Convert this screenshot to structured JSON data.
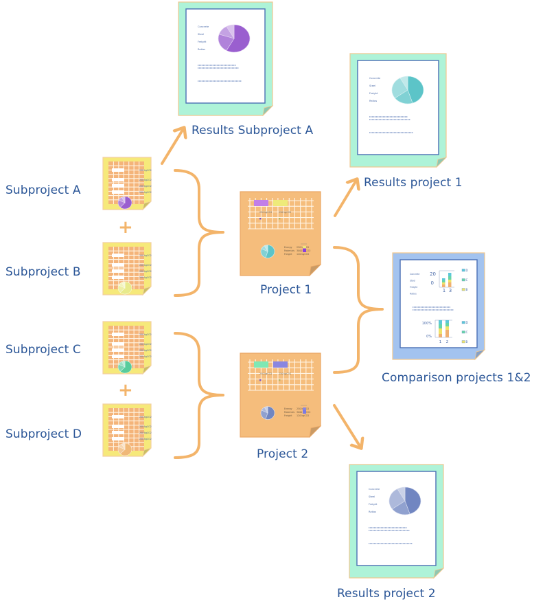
{
  "labels": {
    "subproject_a": "Subproject A",
    "subproject_b": "Subproject B",
    "subproject_c": "Subproject C",
    "subproject_d": "Subproject D",
    "project_1": "Project 1",
    "project_2": "Project 2",
    "results_subproject_a": "Results Subproject A",
    "results_project_1": "Results project 1",
    "results_project_2": "Results project 2",
    "comparison": "Comparison projects 1&2",
    "plus": "+"
  },
  "colors": {
    "label_text": "#2b5697",
    "connector_orange": "#f3b46a",
    "subproject_sheet": "#f6e97a",
    "project_sheet": "#f5bd7c",
    "results_frame": "#aef3d8",
    "comparison_frame": "#a3c3ef",
    "document_border": "#4a6fb4",
    "purple": "#9a5fcf",
    "teal": "#5cc4c8",
    "slate_blue": "#7186c1",
    "yellow_green": "#e8ea8c",
    "green": "#58cc9c",
    "peach": "#f0b878"
  },
  "subproject_sheets": [
    {
      "id": "A",
      "values": [
        "250 kgCO2",
        "250 kgCO2",
        "250 kgCO2",
        "250 kgCO2"
      ],
      "pie_color": "#9a5fcf"
    },
    {
      "id": "B",
      "values": [
        "250 kgCO2",
        "250 kgCO2",
        "250 kgCO2",
        "250 kgCO2"
      ],
      "pie_color": "#e8ea8c"
    },
    {
      "id": "C",
      "values": [
        "250 kgCO2",
        "250 kgCO2",
        "250 kgCO2",
        "250 kgCO2"
      ],
      "pie_color": "#58cc9c"
    },
    {
      "id": "D",
      "values": [
        "250 kgCO2",
        "250 kgCO2",
        "250 kgCO2",
        "250 kgCO2"
      ],
      "pie_color": "#f0b878"
    }
  ],
  "project_sheets": [
    {
      "id": "1",
      "header_values": [
        "250 kgCO2",
        "250 kgCO2"
      ],
      "legend_rows": [
        {
          "label": "Energy",
          "value": "250 kgCO2"
        },
        {
          "label": "Materials",
          "value": "3000 kgCO2"
        },
        {
          "label": "Freight",
          "value": "120 kgCO2"
        }
      ],
      "bar_colors": [
        "#c27ee8",
        "#eeea7a"
      ],
      "pie_color": "#5cc4c8"
    },
    {
      "id": "2",
      "header_values": [
        "250 kgCO2",
        "250 kgCO2"
      ],
      "legend_rows": [
        {
          "label": "Energy",
          "value": "250 kgCO2"
        },
        {
          "label": "Materials",
          "value": "3000 kgCO2"
        },
        {
          "label": "Freight",
          "value": "120 kgCO2"
        }
      ],
      "bar_colors": [
        "#7ee8b4",
        "#8a86e0"
      ],
      "pie_color": "#7186c1"
    }
  ],
  "result_documents": [
    {
      "id": "results-subproject-a",
      "categories": [
        "Concrete",
        "Steel",
        "Freight",
        "Ratios"
      ],
      "pie_color": "#9a5fcf"
    },
    {
      "id": "results-project-1",
      "categories": [
        "Concrete",
        "Steel",
        "Freight",
        "Ratios"
      ],
      "pie_color": "#5cc4c8"
    },
    {
      "id": "results-project-2",
      "categories": [
        "Concrete",
        "Steel",
        "Freight",
        "Ratios"
      ],
      "pie_color": "#7186c1"
    }
  ],
  "comparison_document": {
    "categories": [
      "Concrete",
      "Steel",
      "Freight",
      "Ratios"
    ],
    "chart1": {
      "y_ticks": [
        "20",
        "0"
      ],
      "x_ticks": [
        "1",
        "3"
      ]
    },
    "chart2": {
      "y_ticks": [
        "100%",
        "0%"
      ],
      "x_ticks": [
        "1",
        "2"
      ]
    },
    "legend": [
      "D",
      "C",
      "B"
    ]
  }
}
